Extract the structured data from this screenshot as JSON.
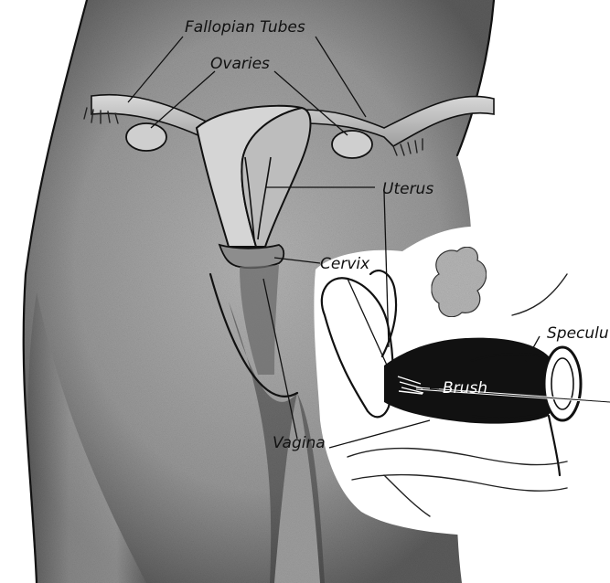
{
  "labels": {
    "fallopian_tubes": "Fallopian Tubes",
    "ovaries": "Ovaries",
    "uterus": "Uterus",
    "cervix": "Cervix",
    "speculum": "Speculu",
    "brush": "Brush",
    "vagina": "Vagina"
  },
  "colors": {
    "background": "#ffffff",
    "ink": "#111111",
    "stipple_dark": "#5a5a5a",
    "stipple_light": "#cfcfcf"
  }
}
